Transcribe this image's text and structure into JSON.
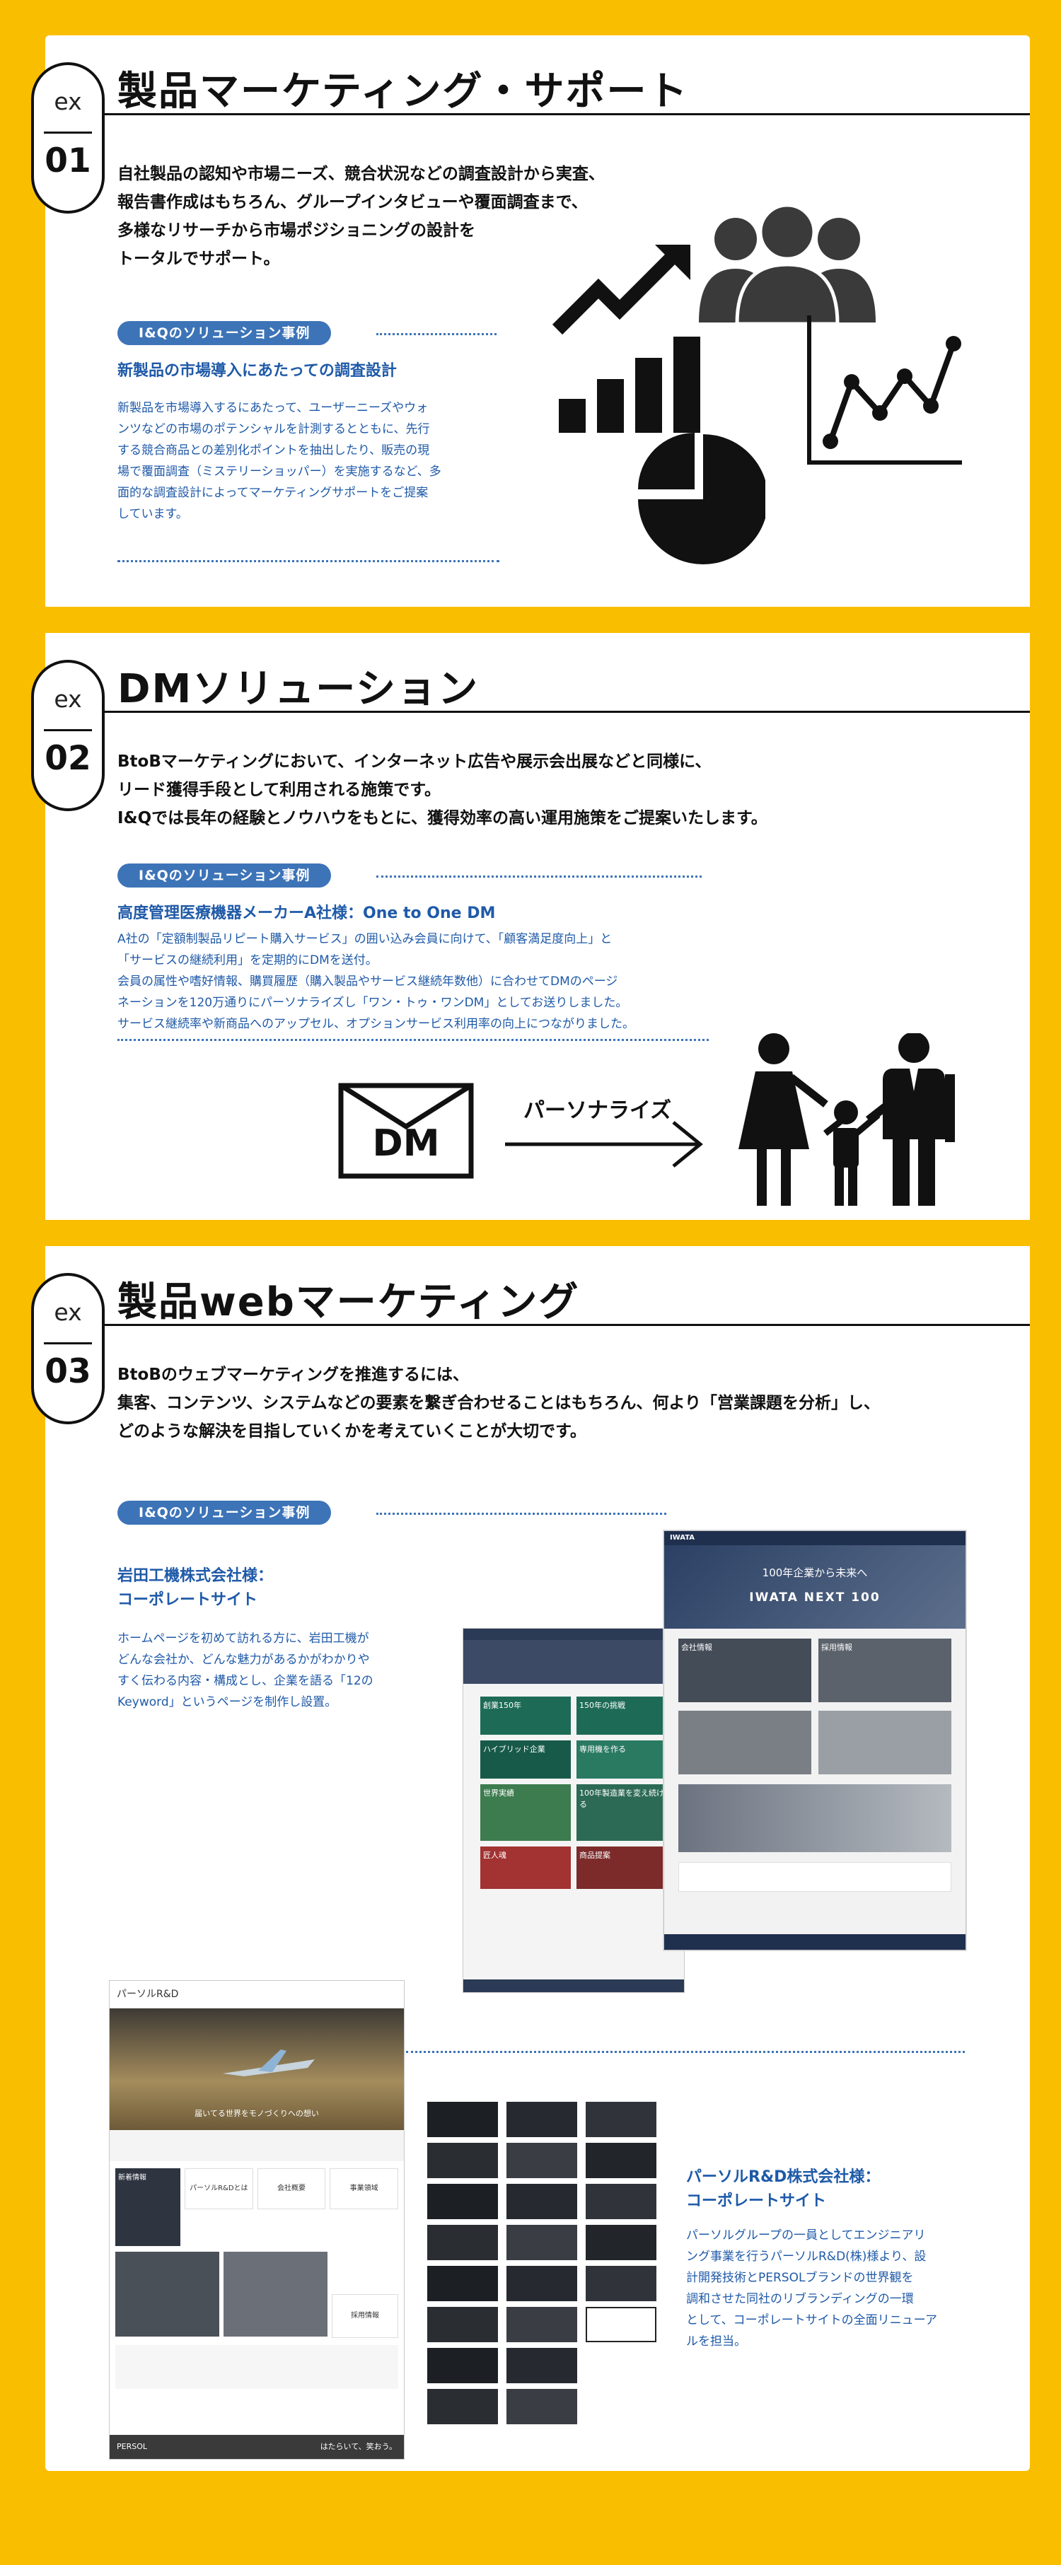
{
  "sections": [
    {
      "ex_label": "ex",
      "number": "01",
      "title": "製品マーケティング・サポート",
      "intro_lines": [
        "自社製品の認知や市場ニーズ、競合状況などの調査設計から実査、",
        "報告書作成はもちろん、グループインタビューや覆面調査まで、",
        "多様なリサーチから市場ポジショニングの設計を",
        "トータルでサポート。"
      ],
      "case_label": "I&Qのソリューション事例",
      "case_title": "新製品の市場導入にあたっての調査設計",
      "case_body_lines": [
        "新製品を市場導入するにあたって、ユーザーニーズやウォ",
        "ンツなどの市場のポテンシャルを計測するとともに、先行",
        "する競合商品との差別化ポイントを抽出したり、販売の現",
        "場で覆面調査（ミステリーショッパー）を実施するなど、多",
        "面的な調査設計によってマーケティングサポートをご提案",
        "しています。"
      ]
    },
    {
      "ex_label": "ex",
      "number": "02",
      "title": "DMソリューション",
      "intro_lines": [
        "BtoBマーケティングにおいて、インターネット広告や展示会出展などと同様に、",
        "リード獲得手段として利用される施策です。",
        "I&Qでは長年の経験とノウハウをもとに、獲得効率の高い運用施策をご提案いたします。"
      ],
      "case_label": "I&Qのソリューション事例",
      "case_title": "高度管理医療機器メーカーA社様：One to One DM",
      "case_body_lines": [
        "A社の「定額制製品リピート購入サービス」の囲い込み会員に向けて、「顧客満足度向上」と",
        "「サービスの継続利用」を定期的にDMを送付。",
        "会員の属性や嗜好情報、購買履歴（購入製品やサービス継続年数他）に合わせてDMのページ",
        "ネーションを120万通りにパーソナライズし「ワン・トゥ・ワンDM」としてお送りしました。",
        "サービス継続率や新商品へのアップセル、オプションサービス利用率の向上につながりました。"
      ],
      "dm_label": "DM",
      "arrow_label": "パーソナライズ"
    },
    {
      "ex_label": "ex",
      "number": "03",
      "title": "製品webマーケティング",
      "intro_lines": [
        "BtoBのウェブマーケティングを推進するには、",
        "集客、コンテンツ、システムなどの要素を繋ぎ合わせることはもちろん、何より「営業課題を分析」し、",
        "どのような解決を目指していくかを考えていくことが大切です。"
      ],
      "case_label": "I&Qのソリューション事例",
      "case1_title_lines": [
        "岩田工機株式会社様：",
        "コーポレートサイト"
      ],
      "case1_body_lines": [
        "ホームページを初めて訪れる方に、岩田工機が",
        "どんな会社か、どんな魅力があるかがわかりや",
        "すく伝わる内容・構成とし、企業を語る「12の",
        "Keyword」というページを制作し設置。"
      ],
      "case2_title_lines": [
        "パーソルR&D株式会社様：",
        "コーポレートサイト"
      ],
      "case2_body_lines": [
        "パーソルグループの一員としてエンジニアリ",
        "ング事業を行うパーソルR&D(株)様より、設",
        "計開発技術とPERSOLブランドの世界観を",
        "調和させた同社のリブランディングの一環",
        "として、コーポレートサイトの全面リニューア",
        "ルを担当。"
      ],
      "iwata_shot": {
        "logo": "IWATA",
        "hero_title": "IWATA NEXT 100",
        "hero_sub": "100年企業から未来へ",
        "nav_items": [
          "会社情報",
          "採用情報"
        ],
        "card_labels": [
          "創業150年",
          "150年の挑戦",
          "ハイブリッド企業",
          "専用機を作る",
          "世界実績",
          "100年製造業を変え続ける",
          "匠人魂",
          "商品提案"
        ]
      },
      "persol_shot": {
        "logo": "パーソルR&D",
        "hero_text": "届いてる世界をモノづくりへの想い",
        "footer_logo": "PERSOL",
        "footer_tagline": "はたらいて、笑おう。",
        "nav_items": [
          "パーソルR&Dとは",
          "会社概要",
          "事業領域"
        ],
        "news_label": "新着情報",
        "recruit_label": "採用情報"
      }
    }
  ],
  "colors": {
    "background": "#FABE00",
    "accent_blue": "#3D74B8",
    "text_blue": "#1F5AA8",
    "black": "#111111"
  },
  "icons": {
    "section1": [
      "growth-chart-icon",
      "group-people-icon",
      "line-graph-icon",
      "pie-chart-icon"
    ],
    "section2": [
      "envelope-icon",
      "arrow-right-icon",
      "family-icon"
    ]
  }
}
